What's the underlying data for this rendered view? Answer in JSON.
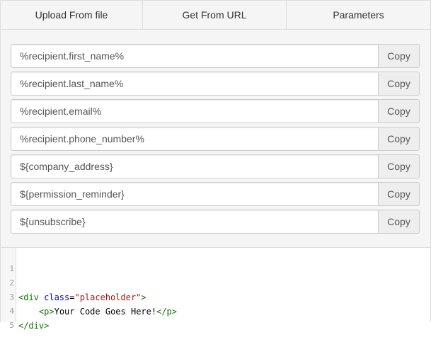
{
  "tabs": [
    {
      "label": "Upload From file"
    },
    {
      "label": "Get From URL"
    },
    {
      "label": "Parameters"
    }
  ],
  "placeholders": [
    {
      "value": "%recipient.first_name%",
      "button": "Copy"
    },
    {
      "value": "%recipient.last_name%",
      "button": "Copy"
    },
    {
      "value": "%recipient.email%",
      "button": "Copy"
    },
    {
      "value": "%recipient.phone_number%",
      "button": "Copy"
    },
    {
      "value": "${company_address}",
      "button": "Copy"
    },
    {
      "value": "${permission_reminder}",
      "button": "Copy"
    },
    {
      "value": "${unsubscribe}",
      "button": "Copy"
    }
  ],
  "editor": {
    "line_numbers": [
      "1",
      "2",
      "3",
      "4",
      "5"
    ],
    "line2": {
      "open": "<div ",
      "attr": "class",
      "eq": "=",
      "str": "\"placeholder\"",
      "close": ">"
    },
    "line3": {
      "indent": "    ",
      "open": "<p>",
      "text": "Your Code Goes Here!",
      "close": "</p>"
    },
    "line4": {
      "close": "</div>"
    }
  },
  "colors": {
    "tag": "#117700",
    "attribute": "#0000cc",
    "string": "#aa1111",
    "panel_background": "#f5f5f5",
    "button_background": "#eeeeee"
  }
}
